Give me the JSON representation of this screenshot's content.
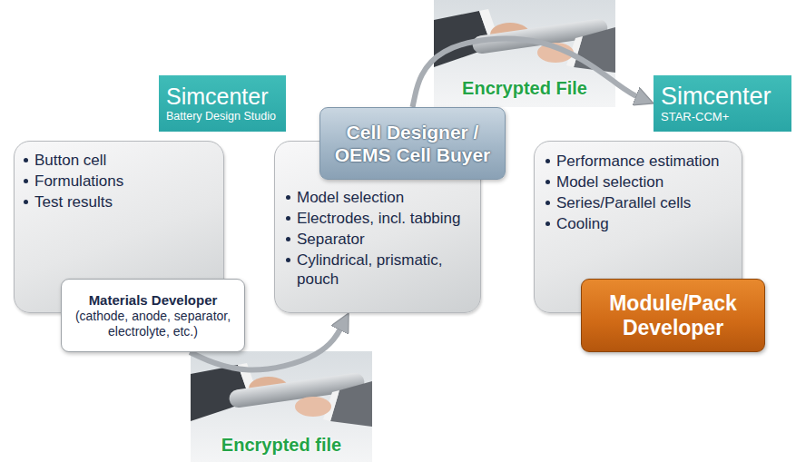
{
  "diagram": {
    "nodes": [
      {
        "text": [
          "Button cell",
          "Formulations",
          "Test results"
        ]
      },
      {
        "text": [
          "Materials Developer",
          "(cathode, anode, separator, electrolyte, etc.)"
        ]
      },
      {
        "text": [
          "Simcenter",
          "Battery Design Studio"
        ]
      },
      {
        "text": [
          "Cell Designer / OEMS Cell Buyer"
        ]
      },
      {
        "text": [
          "Model selection",
          "Electrodes, incl. tabbing",
          "Separator",
          "Cylindrical, prismatic, pouch"
        ]
      },
      {
        "text": [
          "Simcenter",
          "STAR-CCM+"
        ]
      },
      {
        "text": [
          "Performance estimation",
          "Model selection",
          "Series/Parallel cells",
          "Cooling"
        ]
      },
      {
        "text": [
          "Module/Pack Developer"
        ]
      }
    ],
    "edges": [
      {
        "from": 1,
        "to": 4,
        "arrow": "to"
      },
      {
        "from": 3,
        "to": 5,
        "arrow": "to"
      }
    ],
    "labels": [
      "Encrypted File",
      "Encrypted file"
    ]
  }
}
